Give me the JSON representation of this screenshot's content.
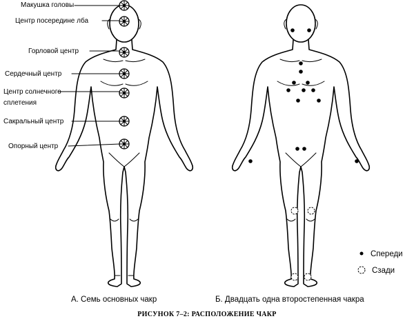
{
  "figure_title": "РИСУНОК 7–2: РАСПОЛОЖЕНИЕ ЧАКР",
  "panel_a": {
    "caption": "А. Семь основных чакр",
    "chakras": [
      {
        "label": "Макушка головы"
      },
      {
        "label": "Центр посередине лба"
      },
      {
        "label": "Горловой центр"
      },
      {
        "label": "Сердечный центр"
      },
      {
        "label": "Центр солнечного"
      },
      {
        "label": "сплетения"
      },
      {
        "label": "Сакральный центр"
      },
      {
        "label": "Опорный центр"
      }
    ]
  },
  "panel_b": {
    "caption": "Б. Двадцать одна второстепенная чакра",
    "legend": {
      "front": "Спереди",
      "back": "Сзади"
    }
  },
  "icons": {
    "chakra_symbol": "wheel-icon",
    "front_marker": "filled-dot-icon",
    "back_marker": "open-circle-icon"
  }
}
